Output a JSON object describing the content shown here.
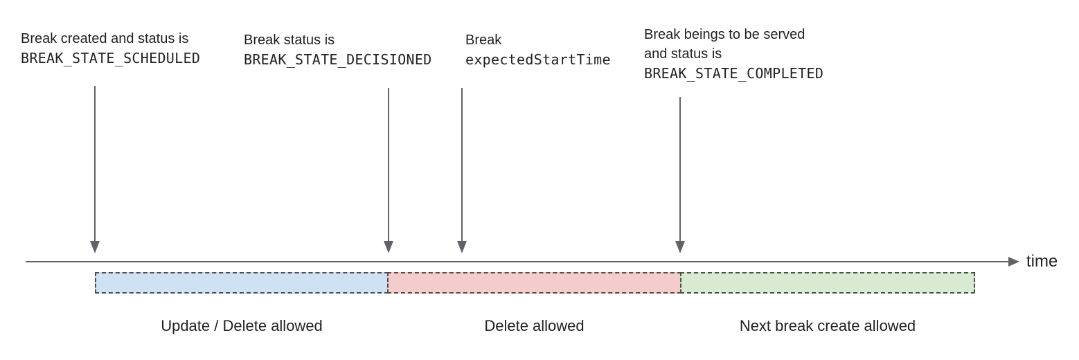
{
  "annotations": [
    {
      "line1": "Break created and status is",
      "line2": "BREAK_STATE_SCHEDULED"
    },
    {
      "line1": "Break status is",
      "line2": "BREAK_STATE_DECISIONED"
    },
    {
      "line1": "Break",
      "line2": "expectedStartTime"
    },
    {
      "line1": "Break beings to be served",
      "line2": "and status is",
      "line3": "BREAK_STATE_COMPLETED"
    }
  ],
  "timeline": {
    "axis_label": "time",
    "line_color": "#5f6368"
  },
  "segments": [
    {
      "label": "Update / Delete allowed",
      "fill": "#cfe2f3",
      "border": "#4d4d4d"
    },
    {
      "label": "Delete allowed",
      "fill": "#f4cccc",
      "border": "#4d4d4d"
    },
    {
      "label": "Next break create allowed",
      "fill": "#d9ead3",
      "border": "#4d4d4d"
    }
  ]
}
